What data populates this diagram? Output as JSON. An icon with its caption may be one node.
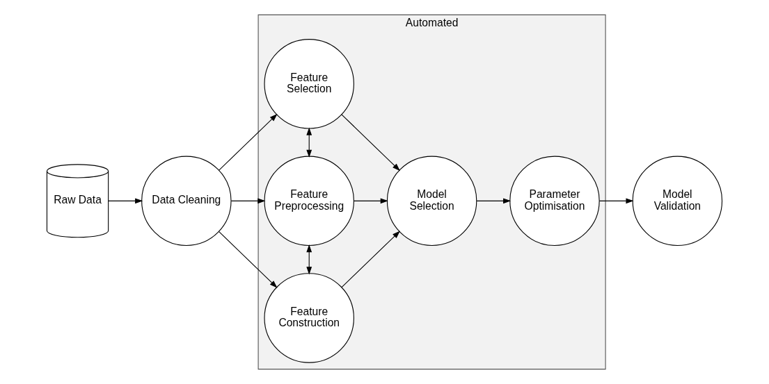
{
  "diagram": {
    "nodes": [
      {
        "text": [
          "Raw Data"
        ]
      },
      {
        "text": [
          "Data Cleaning"
        ]
      },
      {
        "text": [
          "Automated"
        ]
      },
      {
        "text": [
          "Feature Selection"
        ],
        "in": 2
      },
      {
        "text": [
          "Feature Preprocessing"
        ],
        "in": 2
      },
      {
        "text": [
          "Feature Construction"
        ],
        "in": 2
      },
      {
        "text": [
          "Model Selection"
        ],
        "in": 2
      },
      {
        "text": [
          "Parameter Optimisation"
        ],
        "in": 2
      },
      {
        "text": [
          "Model Validation"
        ]
      }
    ],
    "edges": [
      {
        "from": 0,
        "to": 1,
        "arrow": "to"
      },
      {
        "from": 1,
        "to": 3,
        "arrow": "to"
      },
      {
        "from": 1,
        "to": 4,
        "arrow": "to"
      },
      {
        "from": 1,
        "to": 5,
        "arrow": "to"
      },
      {
        "from": 3,
        "to": 4,
        "arrow": "both"
      },
      {
        "from": 4,
        "to": 5,
        "arrow": "both"
      },
      {
        "from": 3,
        "to": 6,
        "arrow": "to"
      },
      {
        "from": 4,
        "to": 6,
        "arrow": "to"
      },
      {
        "from": 5,
        "to": 6,
        "arrow": "to"
      },
      {
        "from": 6,
        "to": 7,
        "arrow": "to"
      },
      {
        "from": 7,
        "to": 8,
        "arrow": "to"
      }
    ]
  }
}
